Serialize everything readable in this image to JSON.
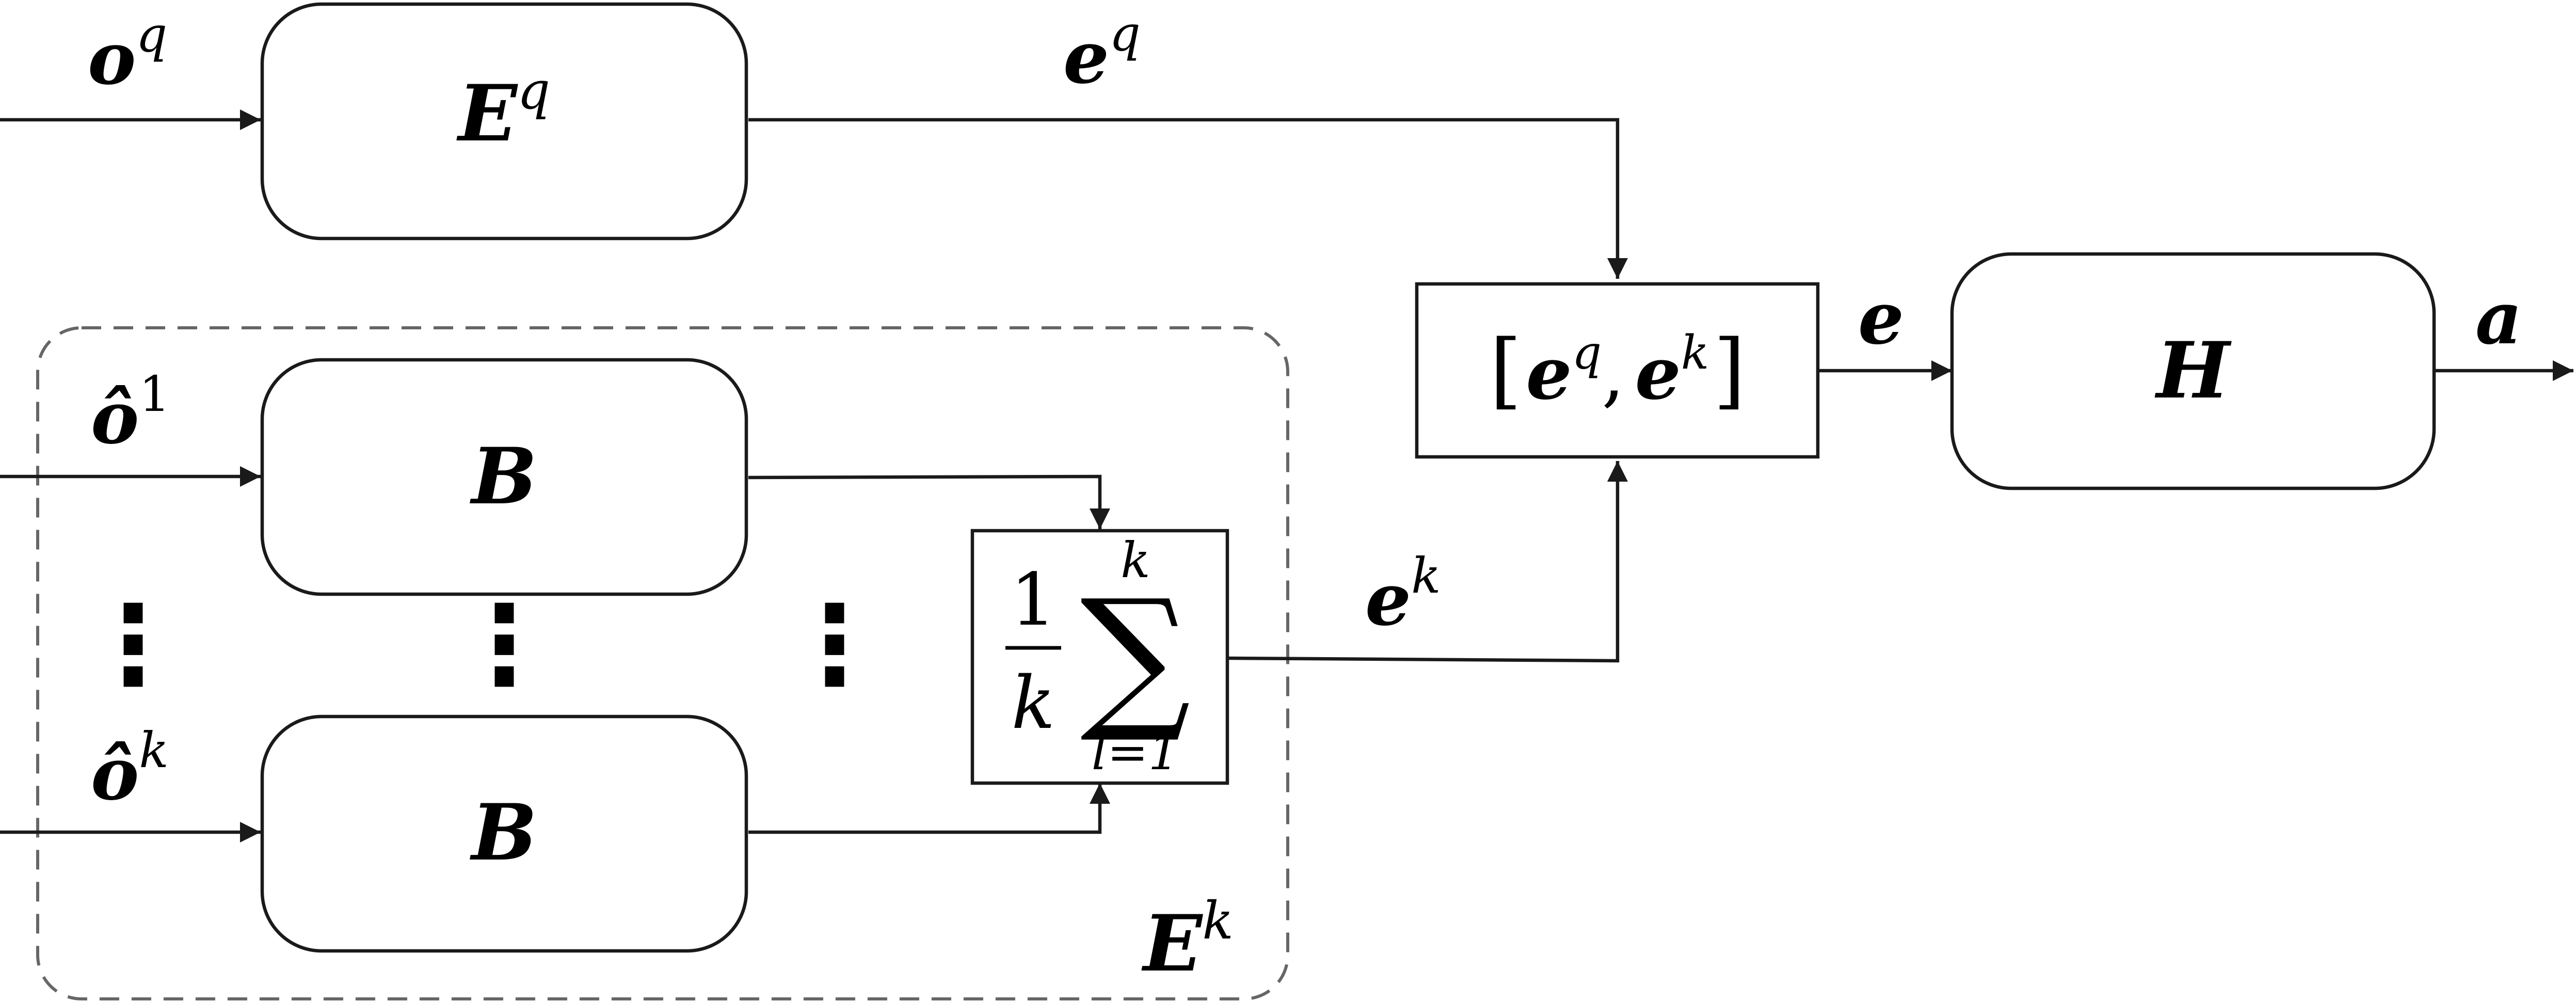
{
  "blocks": {
    "encoder_q": {
      "base": "E",
      "sup": "q"
    },
    "b_top": {
      "base": "B"
    },
    "b_bottom": {
      "base": "B"
    },
    "head": {
      "base": "H"
    },
    "concat": {
      "open": "[",
      "a_base": "e",
      "a_sup": "q",
      "sep": ",",
      "b_base": "e",
      "b_sup": "k",
      "close": "]"
    },
    "mean": {
      "num": "1",
      "den": "k",
      "sigma": "∑",
      "upper": "k",
      "lower": "l=1"
    },
    "group_label": {
      "base": "E",
      "sup": "k"
    }
  },
  "signals": {
    "input_q": {
      "base": "o",
      "sup": "q"
    },
    "input_1": {
      "base": "ô",
      "sup": "1"
    },
    "input_k": {
      "base": "ô",
      "sup": "k"
    },
    "emb_q": {
      "base": "e",
      "sup": "q"
    },
    "emb_k": {
      "base": "e",
      "sup": "k"
    },
    "emb": {
      "base": "e"
    },
    "output": {
      "base": "a"
    }
  },
  "ellipsis": "⋮"
}
